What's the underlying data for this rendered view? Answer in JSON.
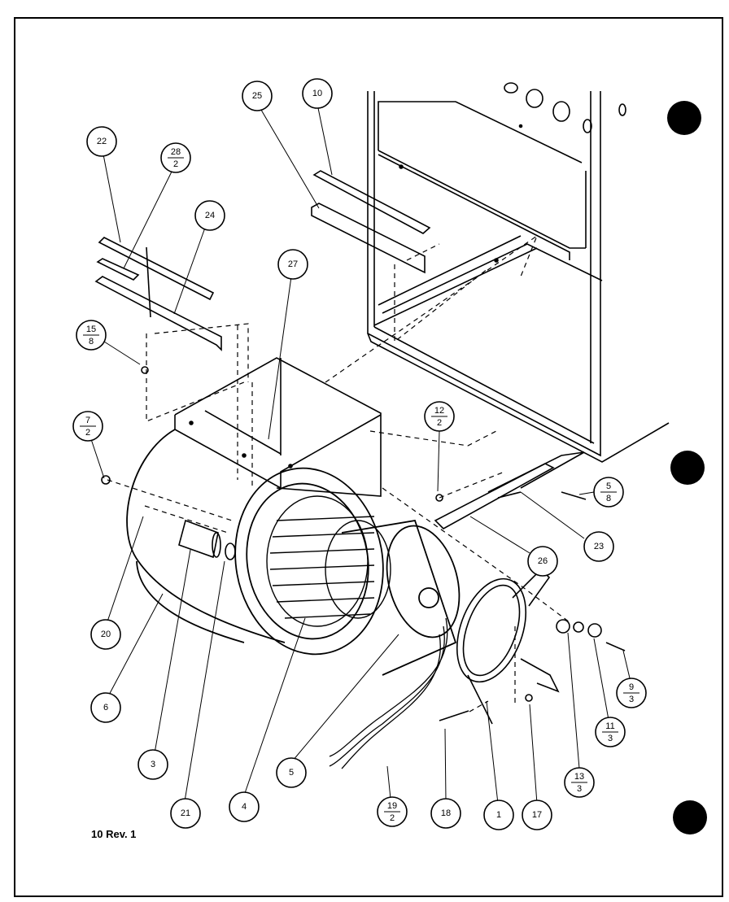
{
  "footer": {
    "page_ref": "10 Rev. 1"
  },
  "callouts": {
    "c22": {
      "num": "22"
    },
    "c28": {
      "num": "28",
      "den": "2"
    },
    "c24": {
      "num": "24"
    },
    "c25": {
      "num": "25"
    },
    "c10": {
      "num": "10"
    },
    "c27": {
      "num": "27"
    },
    "c15": {
      "num": "15",
      "den": "8"
    },
    "c7": {
      "num": "7",
      "den": "2"
    },
    "c12": {
      "num": "12",
      "den": "2"
    },
    "c5b": {
      "num": "5",
      "den": "8"
    },
    "c23": {
      "num": "23"
    },
    "c26": {
      "num": "26"
    },
    "c20": {
      "num": "20"
    },
    "c6": {
      "num": "6"
    },
    "c3": {
      "num": "3"
    },
    "c21": {
      "num": "21"
    },
    "c4": {
      "num": "4"
    },
    "c5": {
      "num": "5"
    },
    "c19": {
      "num": "19",
      "den": "2"
    },
    "c18": {
      "num": "18"
    },
    "c1": {
      "num": "1"
    },
    "c17": {
      "num": "17"
    },
    "c13": {
      "num": "13",
      "den": "3"
    },
    "c11": {
      "num": "11",
      "den": "3"
    },
    "c9": {
      "num": "9",
      "den": "3"
    }
  }
}
